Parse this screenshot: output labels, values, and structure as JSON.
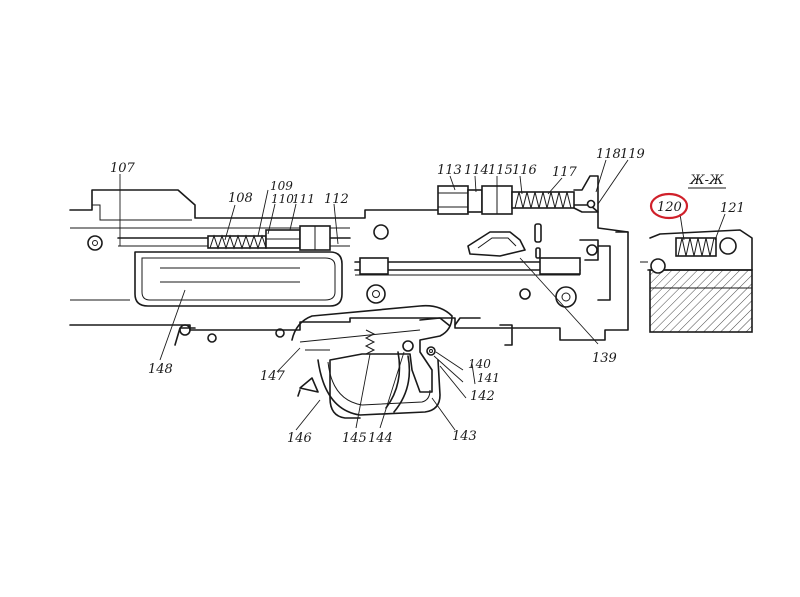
{
  "section_label": "Ж-Ж",
  "highlight_color": "#d0202a",
  "labels": {
    "l107": "107",
    "l108": "108",
    "l109": "109",
    "l110": "110",
    "l111": "111",
    "l112": "112",
    "l113": "113",
    "l114": "114",
    "l115": "115",
    "l116": "116",
    "l117": "117",
    "l118": "118",
    "l119": "119",
    "l120": "120",
    "l121": "121",
    "l139": "139",
    "l140": "140",
    "l141": "141",
    "l142": "142",
    "l143": "143",
    "l144": "144",
    "l145": "145",
    "l146": "146",
    "l147": "147",
    "l148": "148"
  }
}
